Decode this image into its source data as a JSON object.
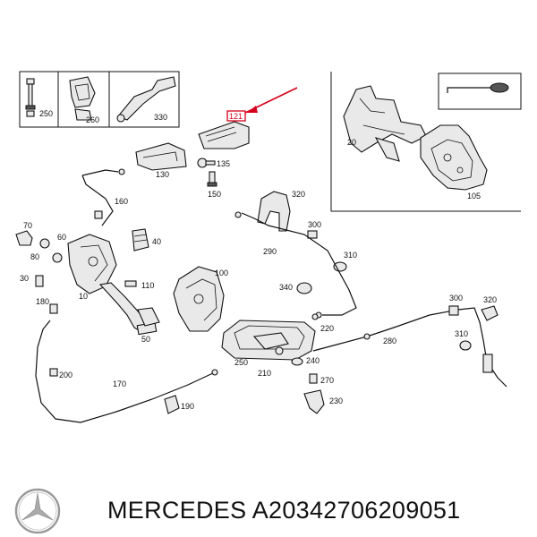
{
  "diagram": {
    "highlight_color": "#d6001c",
    "labels": [
      {
        "id": "250",
        "text": "250"
      },
      {
        "id": "260",
        "text": "260"
      },
      {
        "id": "330",
        "text": "330"
      },
      {
        "id": "121",
        "text": "121"
      },
      {
        "id": "20",
        "text": "20"
      },
      {
        "id": "105",
        "text": "105"
      },
      {
        "id": "130",
        "text": "130"
      },
      {
        "id": "135",
        "text": "135"
      },
      {
        "id": "150",
        "text": "150"
      },
      {
        "id": "160",
        "text": "160"
      },
      {
        "id": "320a",
        "text": "320"
      },
      {
        "id": "300a",
        "text": "300"
      },
      {
        "id": "290",
        "text": "290"
      },
      {
        "id": "310a",
        "text": "310"
      },
      {
        "id": "70",
        "text": "70"
      },
      {
        "id": "60",
        "text": "60"
      },
      {
        "id": "80",
        "text": "80"
      },
      {
        "id": "40",
        "text": "40"
      },
      {
        "id": "30",
        "text": "30"
      },
      {
        "id": "10",
        "text": "10"
      },
      {
        "id": "110",
        "text": "110"
      },
      {
        "id": "100",
        "text": "100"
      },
      {
        "id": "340",
        "text": "340"
      },
      {
        "id": "180",
        "text": "180"
      },
      {
        "id": "50",
        "text": "50"
      },
      {
        "id": "220",
        "text": "220"
      },
      {
        "id": "300b",
        "text": "300"
      },
      {
        "id": "320b",
        "text": "320"
      },
      {
        "id": "280",
        "text": "280"
      },
      {
        "id": "310b",
        "text": "310"
      },
      {
        "id": "250b",
        "text": "250"
      },
      {
        "id": "240",
        "text": "240"
      },
      {
        "id": "200",
        "text": "200"
      },
      {
        "id": "210",
        "text": "210"
      },
      {
        "id": "270",
        "text": "270"
      },
      {
        "id": "170",
        "text": "170"
      },
      {
        "id": "230",
        "text": "230"
      },
      {
        "id": "190",
        "text": "190"
      }
    ]
  },
  "footer": {
    "brand": "MERCEDES",
    "part_number": "A20342706209051"
  },
  "icons": {
    "logo": "mercedes-star-logo-icon",
    "inset_symbol": "spiral-pull-handle-icon"
  }
}
